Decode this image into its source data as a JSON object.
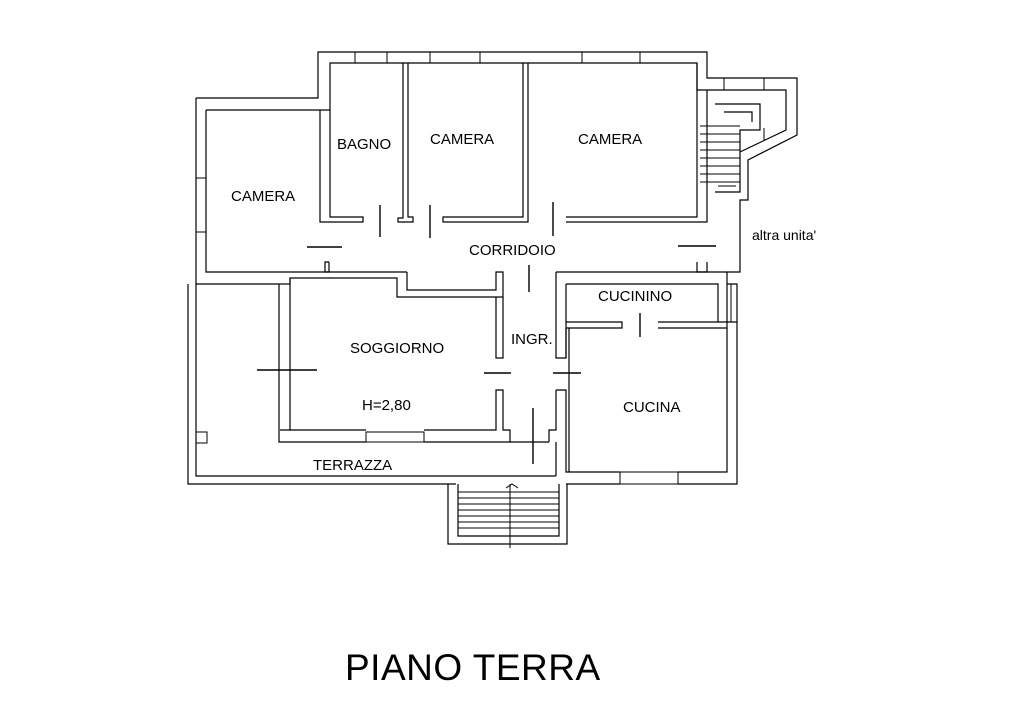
{
  "drawing": {
    "title": "PIANO TERRA",
    "labels": {
      "bagno": "BAGNO",
      "camera_top_mid": "CAMERA",
      "camera_top_right": "CAMERA",
      "camera_left": "CAMERA",
      "corridoio": "CORRIDOIO",
      "altra_unita": "altra unita'",
      "cucinino": "CUCININO",
      "ingresso": "INGR.",
      "soggiorno": "SOGGIORNO",
      "height": "H=2,80",
      "cucina": "CUCINA",
      "terrazza": "TERRAZZA"
    }
  }
}
